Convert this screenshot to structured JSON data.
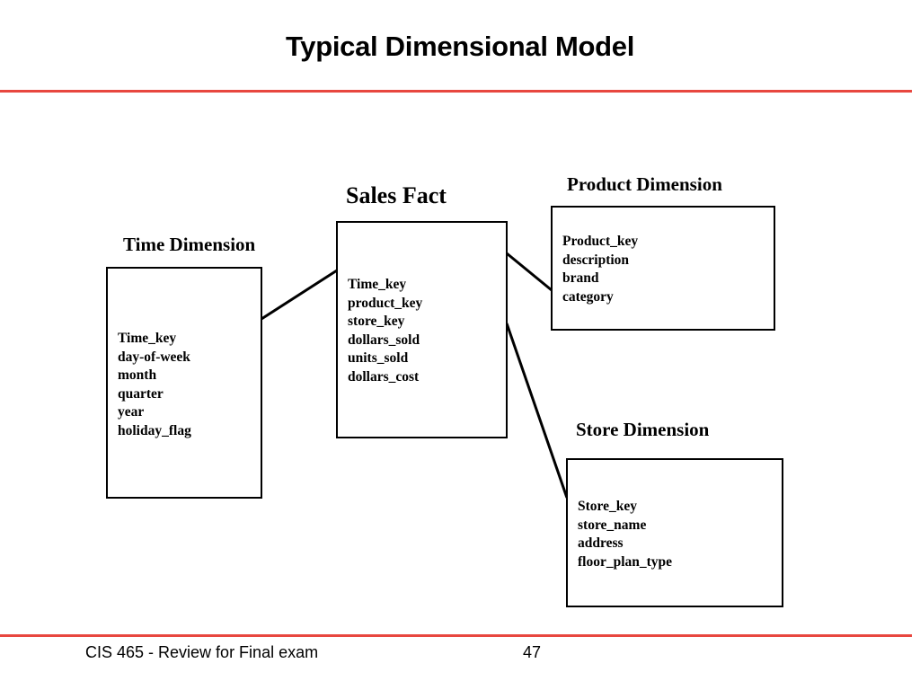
{
  "slide": {
    "title": "Typical Dimensional Model",
    "accent_color": "#e8473f"
  },
  "entities": {
    "time": {
      "title": "Time Dimension",
      "fields": [
        "Time_key",
        "day-of-week",
        "month",
        "quarter",
        "year",
        "holiday_flag"
      ]
    },
    "sales": {
      "title": "Sales Fact",
      "fields": [
        "Time_key",
        "product_key",
        "store_key",
        "dollars_sold",
        "units_sold",
        "dollars_cost"
      ]
    },
    "product": {
      "title": "Product Dimension",
      "fields": [
        "Product_key",
        "description",
        "brand",
        "category"
      ]
    },
    "store": {
      "title": "Store Dimension",
      "fields": [
        "Store_key",
        "store_name",
        "address",
        "floor_plan_type"
      ]
    }
  },
  "footer": {
    "course": "CIS 465 - Review for Final exam",
    "page_number": "47"
  }
}
